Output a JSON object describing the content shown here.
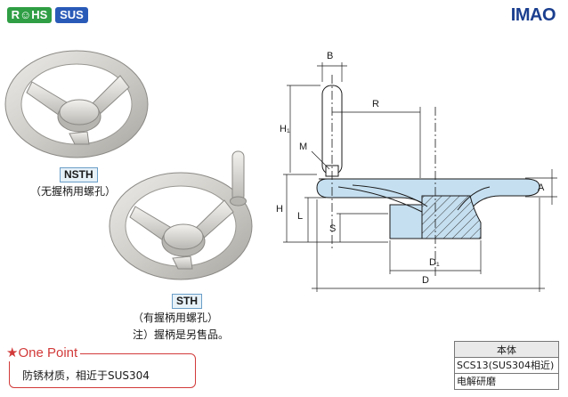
{
  "badges": {
    "rohs": "R☺HS",
    "sus": "SUS",
    "rohs_color": "#2f9e44",
    "sus_color": "#2a5ab8"
  },
  "brand": {
    "name": "IMAO",
    "color": "#1b3f8f"
  },
  "products": [
    {
      "model": "NSTH",
      "caption": "（无握柄用螺孔）"
    },
    {
      "model": "STH",
      "caption": "（有握柄用螺孔）",
      "note": "注）握柄是另售品。"
    }
  ],
  "one_point": {
    "title": "★One Point",
    "text": "防锈材质，相近于SUS304",
    "color": "#d23a3a"
  },
  "drawing_labels": {
    "B": "B",
    "R": "R",
    "H1": "H₁",
    "H": "H",
    "M": "M",
    "L": "L",
    "S": "S",
    "A": "A",
    "D1": "D₁",
    "D": "D"
  },
  "spec_table": {
    "header": "本体",
    "material": "SCS13(SUS304相近)",
    "finish": "电解研磨"
  },
  "colors": {
    "section_fill": "#c5dff0",
    "outline": "#1a1a1a",
    "model_tag_fill": "#e6f1f8"
  }
}
